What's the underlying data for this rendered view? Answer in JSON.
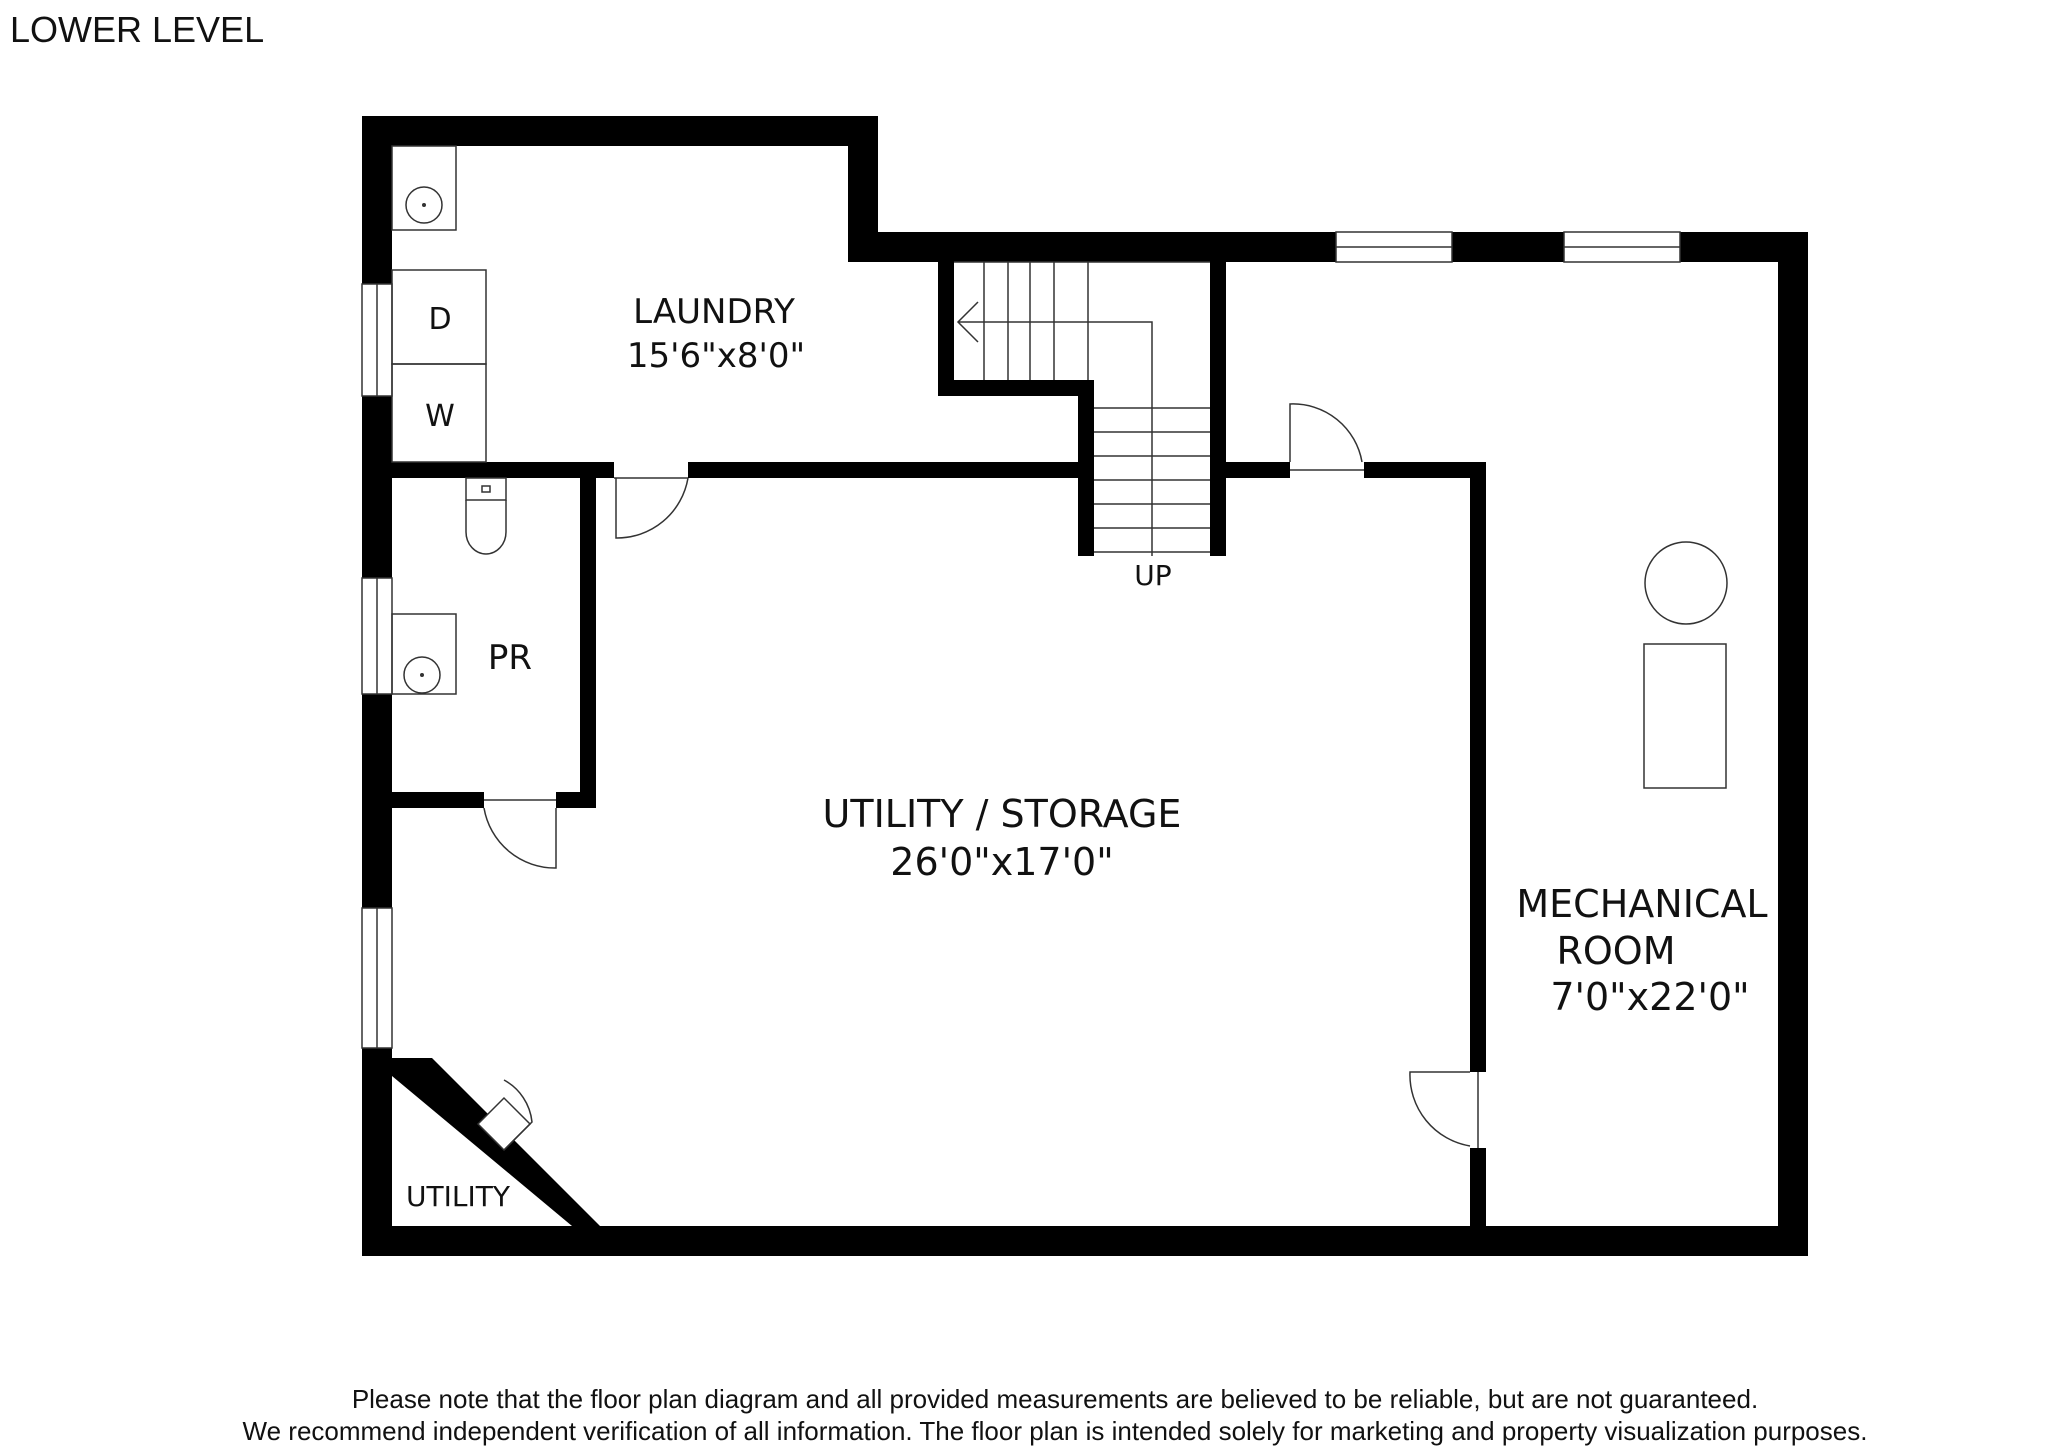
{
  "title": "LOWER LEVEL",
  "rooms": {
    "laundry": {
      "name": "LAUNDRY",
      "dimensions": "15'6\"x8'0\""
    },
    "utility_storage": {
      "name": "UTILITY / STORAGE",
      "dimensions": "26'0\"x17'0\""
    },
    "mechanical": {
      "name_line1": "MECHANICAL",
      "name_line2": "ROOM",
      "dimensions": "7'0\"x22'0\""
    },
    "powder_room": {
      "name": "PR"
    },
    "utility_closet": {
      "name": "UTILITY"
    }
  },
  "fixtures": {
    "dryer": "D",
    "washer": "W"
  },
  "stairs": {
    "label": "UP"
  },
  "disclaimer": {
    "line1": "Please note that the floor plan diagram and all provided measurements are believed to be reliable, but are not guaranteed.",
    "line2": "We recommend independent verification of all information. The floor plan is intended solely for marketing and property visualization purposes."
  }
}
